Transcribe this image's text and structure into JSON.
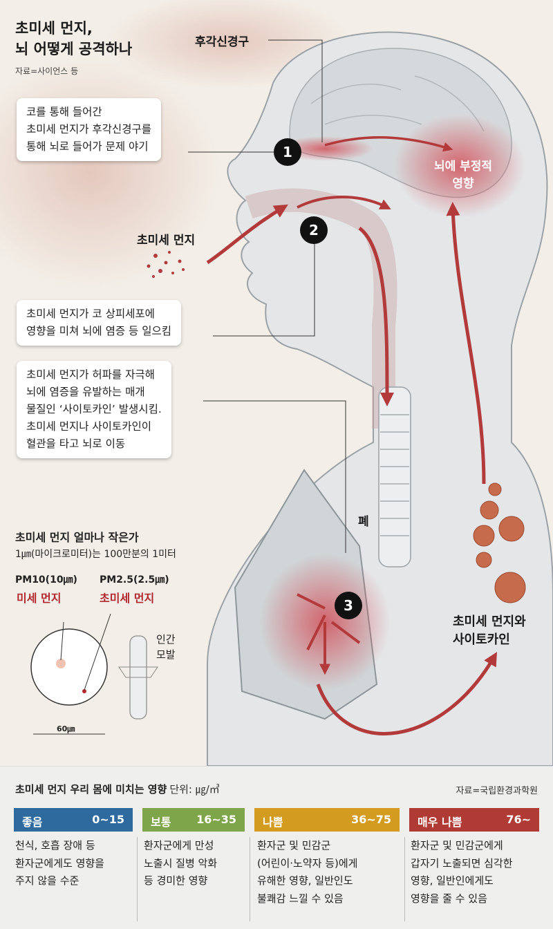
{
  "title": {
    "line1": "초미세 먼지,",
    "line2": "뇌 어떻게 공격하나"
  },
  "source_top": "자료=사이언스 등",
  "labels": {
    "olfactory_nerve": "후각신경구",
    "dust": "초미세 먼지",
    "brain_effect_1": "뇌에 부정적",
    "brain_effect_2": "영향",
    "lung": "폐",
    "dust_cytokine_1": "초미세 먼지와",
    "dust_cytokine_2": "사이토카인"
  },
  "callouts": {
    "c1": [
      "코를 통해 들어간",
      "초미세 먼지가 후각신경구를",
      "통해 뇌로 들어가 문제 야기"
    ],
    "c2": [
      "초미세 먼지가 코 상피세포에",
      "영향을 미쳐 뇌에 염증 등 일으킴"
    ],
    "c3": [
      "초미세 먼지가 허파를 자극해",
      "뇌에 염증을 유발하는 매개",
      "물질인 ‘사이토카인’ 발생시킴.",
      "초미세 먼지나 사이토카인이",
      "혈관을 타고 뇌로 이동"
    ]
  },
  "steps": [
    "1",
    "2",
    "3"
  ],
  "size_panel": {
    "title": "초미세 먼지 얼마나 작은가",
    "desc": "1㎛(마이크로미터)는 100만분의 1미터",
    "pm10": "PM10(10㎛)",
    "pm10_kor": "미세 먼지",
    "pm25": "PM2.5(2.5㎛)",
    "pm25_kor": "초미세 먼지",
    "hair_1": "인간",
    "hair_2": "모발",
    "scale": "60㎛"
  },
  "table": {
    "title": "초미세 먼지 우리 몸에 미치는 영향",
    "unit": "단위: ㎍/㎥",
    "source": "자료=국립환경과학원",
    "levels": [
      {
        "name": "좋음",
        "range": "0~15",
        "color": "#2e6a9e",
        "desc": [
          "천식, 호흡 장애 등",
          "환자군에게도 영향을",
          "주지 않을 수준"
        ]
      },
      {
        "name": "보통",
        "range": "16~35",
        "color": "#7fa54a",
        "desc": [
          "환자군에게 만성",
          "노출시 질병 악화",
          "등 경미한 영향"
        ]
      },
      {
        "name": "나쁨",
        "range": "36~75",
        "color": "#d39b1f",
        "desc": [
          "환자군 및 민감군",
          "(어린이·노약자 등)에게",
          "유해한 영향, 일반인도",
          "불쾌감 느낄 수 있음"
        ]
      },
      {
        "name": "매우 나쁨",
        "range": "76~",
        "color": "#b03a34",
        "desc": [
          "환자군 및 민감군에게",
          "갑자기 노출되면 심각한",
          "영향, 일반인에게도",
          "영향을 줄 수 있음"
        ]
      }
    ]
  },
  "colors": {
    "accent_red": "#b1262b",
    "background": "#f3efe8"
  }
}
